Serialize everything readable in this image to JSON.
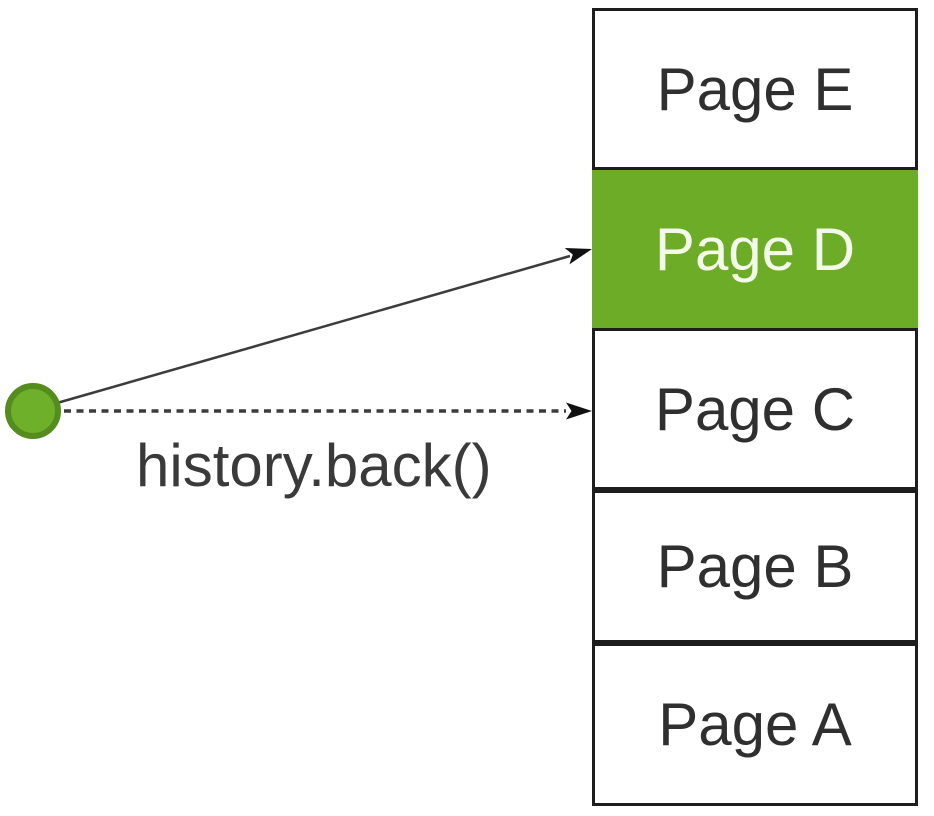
{
  "diagram": {
    "type": "browser-history-stack",
    "stack": [
      {
        "label": "Page E",
        "current": false
      },
      {
        "label": "Page D",
        "current": true
      },
      {
        "label": "Page C",
        "current": false
      },
      {
        "label": "Page B",
        "current": false
      },
      {
        "label": "Page A",
        "current": false
      }
    ],
    "annotation": "history.back()",
    "arrows": [
      {
        "name": "forward-to-page-d-arrow",
        "style": "solid",
        "target": "Page D"
      },
      {
        "name": "history-back-arrow",
        "style": "dashed",
        "target": "Page C"
      }
    ],
    "colors": {
      "highlight_green": "#6dac26",
      "dot_fill": "#6fb02a",
      "dot_border": "#558c1e",
      "box_border": "#1d1d1d",
      "text_dark": "#2f2f2f",
      "text_light": "#f4fae9",
      "line_color": "#3c3c3c"
    }
  }
}
